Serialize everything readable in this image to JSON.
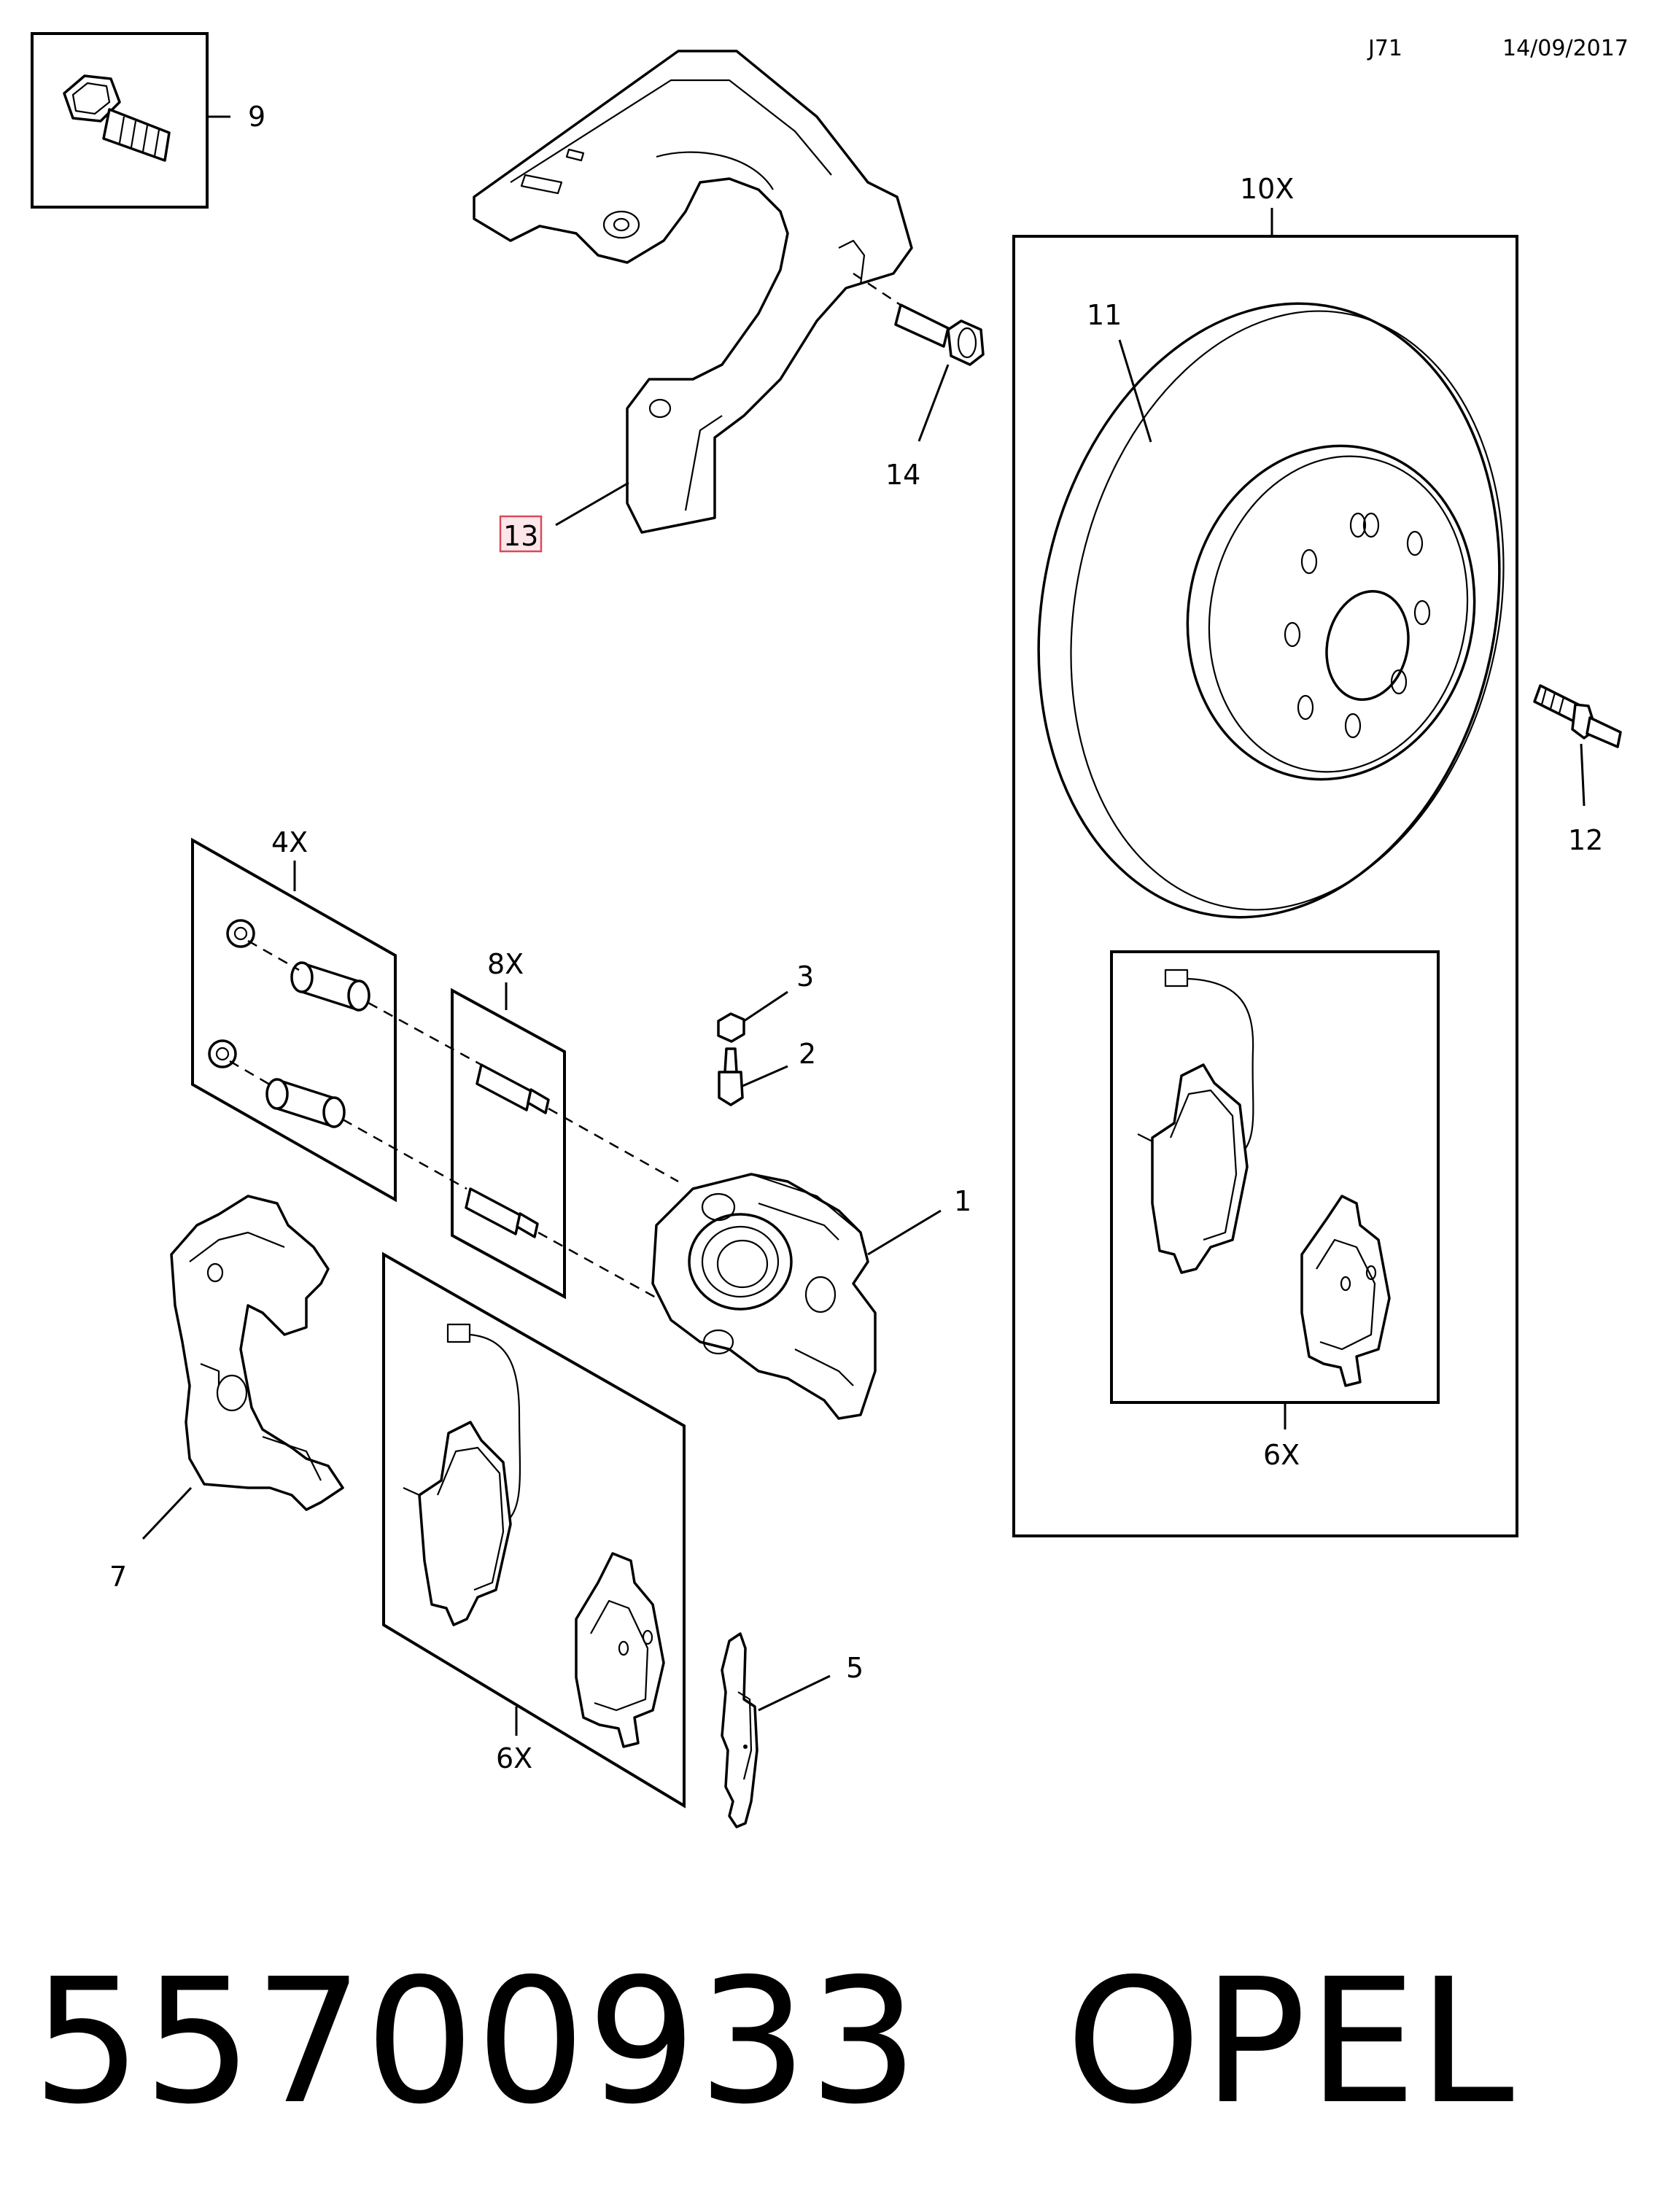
{
  "header": {
    "code": "J71",
    "date": "14/09/2017"
  },
  "callouts": {
    "c1": "1",
    "c2": "2",
    "c3": "3",
    "c4x": "4X",
    "c5": "5",
    "c6x_left": "6X",
    "c6x_right": "6X",
    "c7": "7",
    "c8x": "8X",
    "c9": "9",
    "c10x": "10X",
    "c11": "11",
    "c12": "12",
    "c13": "13",
    "c14": "14"
  },
  "highlighted_callout": "13",
  "footer": {
    "part_number": "55700933",
    "brand": "OPEL"
  }
}
